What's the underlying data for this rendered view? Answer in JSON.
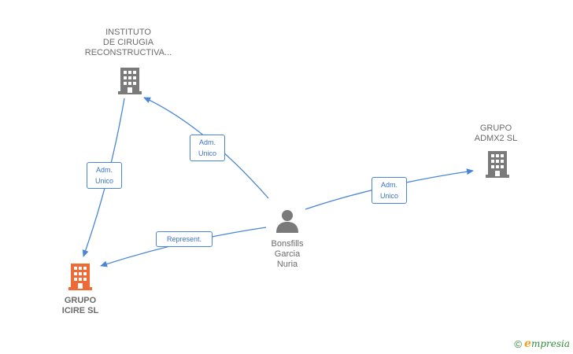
{
  "colors": {
    "edge": "#4a86d8",
    "company": "#7a7a7a",
    "company_highlight": "#f06a35",
    "person": "#7a7a7a"
  },
  "nodes": {
    "instituto": {
      "label_lines": [
        "INSTITUTO",
        "DE CIRUGIA",
        "RECONSTRUCTIVA..."
      ],
      "icon": "building-icon"
    },
    "admx2": {
      "label_lines": [
        "GRUPO",
        "ADMX2  SL"
      ],
      "icon": "building-icon"
    },
    "icire": {
      "label_lines": [
        "GRUPO",
        "ICIRE  SL"
      ],
      "icon": "building-icon"
    },
    "person": {
      "label_lines": [
        "Bonsfills",
        "Garcia",
        "Nuria"
      ],
      "icon": "person-icon"
    }
  },
  "edges": {
    "person_instituto": {
      "label_lines": [
        "Adm.",
        "Unico"
      ]
    },
    "instituto_icire": {
      "label_lines": [
        "Adm.",
        "Unico"
      ]
    },
    "person_admx2": {
      "label_lines": [
        "Adm.",
        "Unico"
      ]
    },
    "person_icire": {
      "label_lines": [
        "Represent."
      ]
    }
  },
  "footer": {
    "copyright": "©",
    "brand_initial": "e",
    "brand_rest": "mpresia"
  }
}
